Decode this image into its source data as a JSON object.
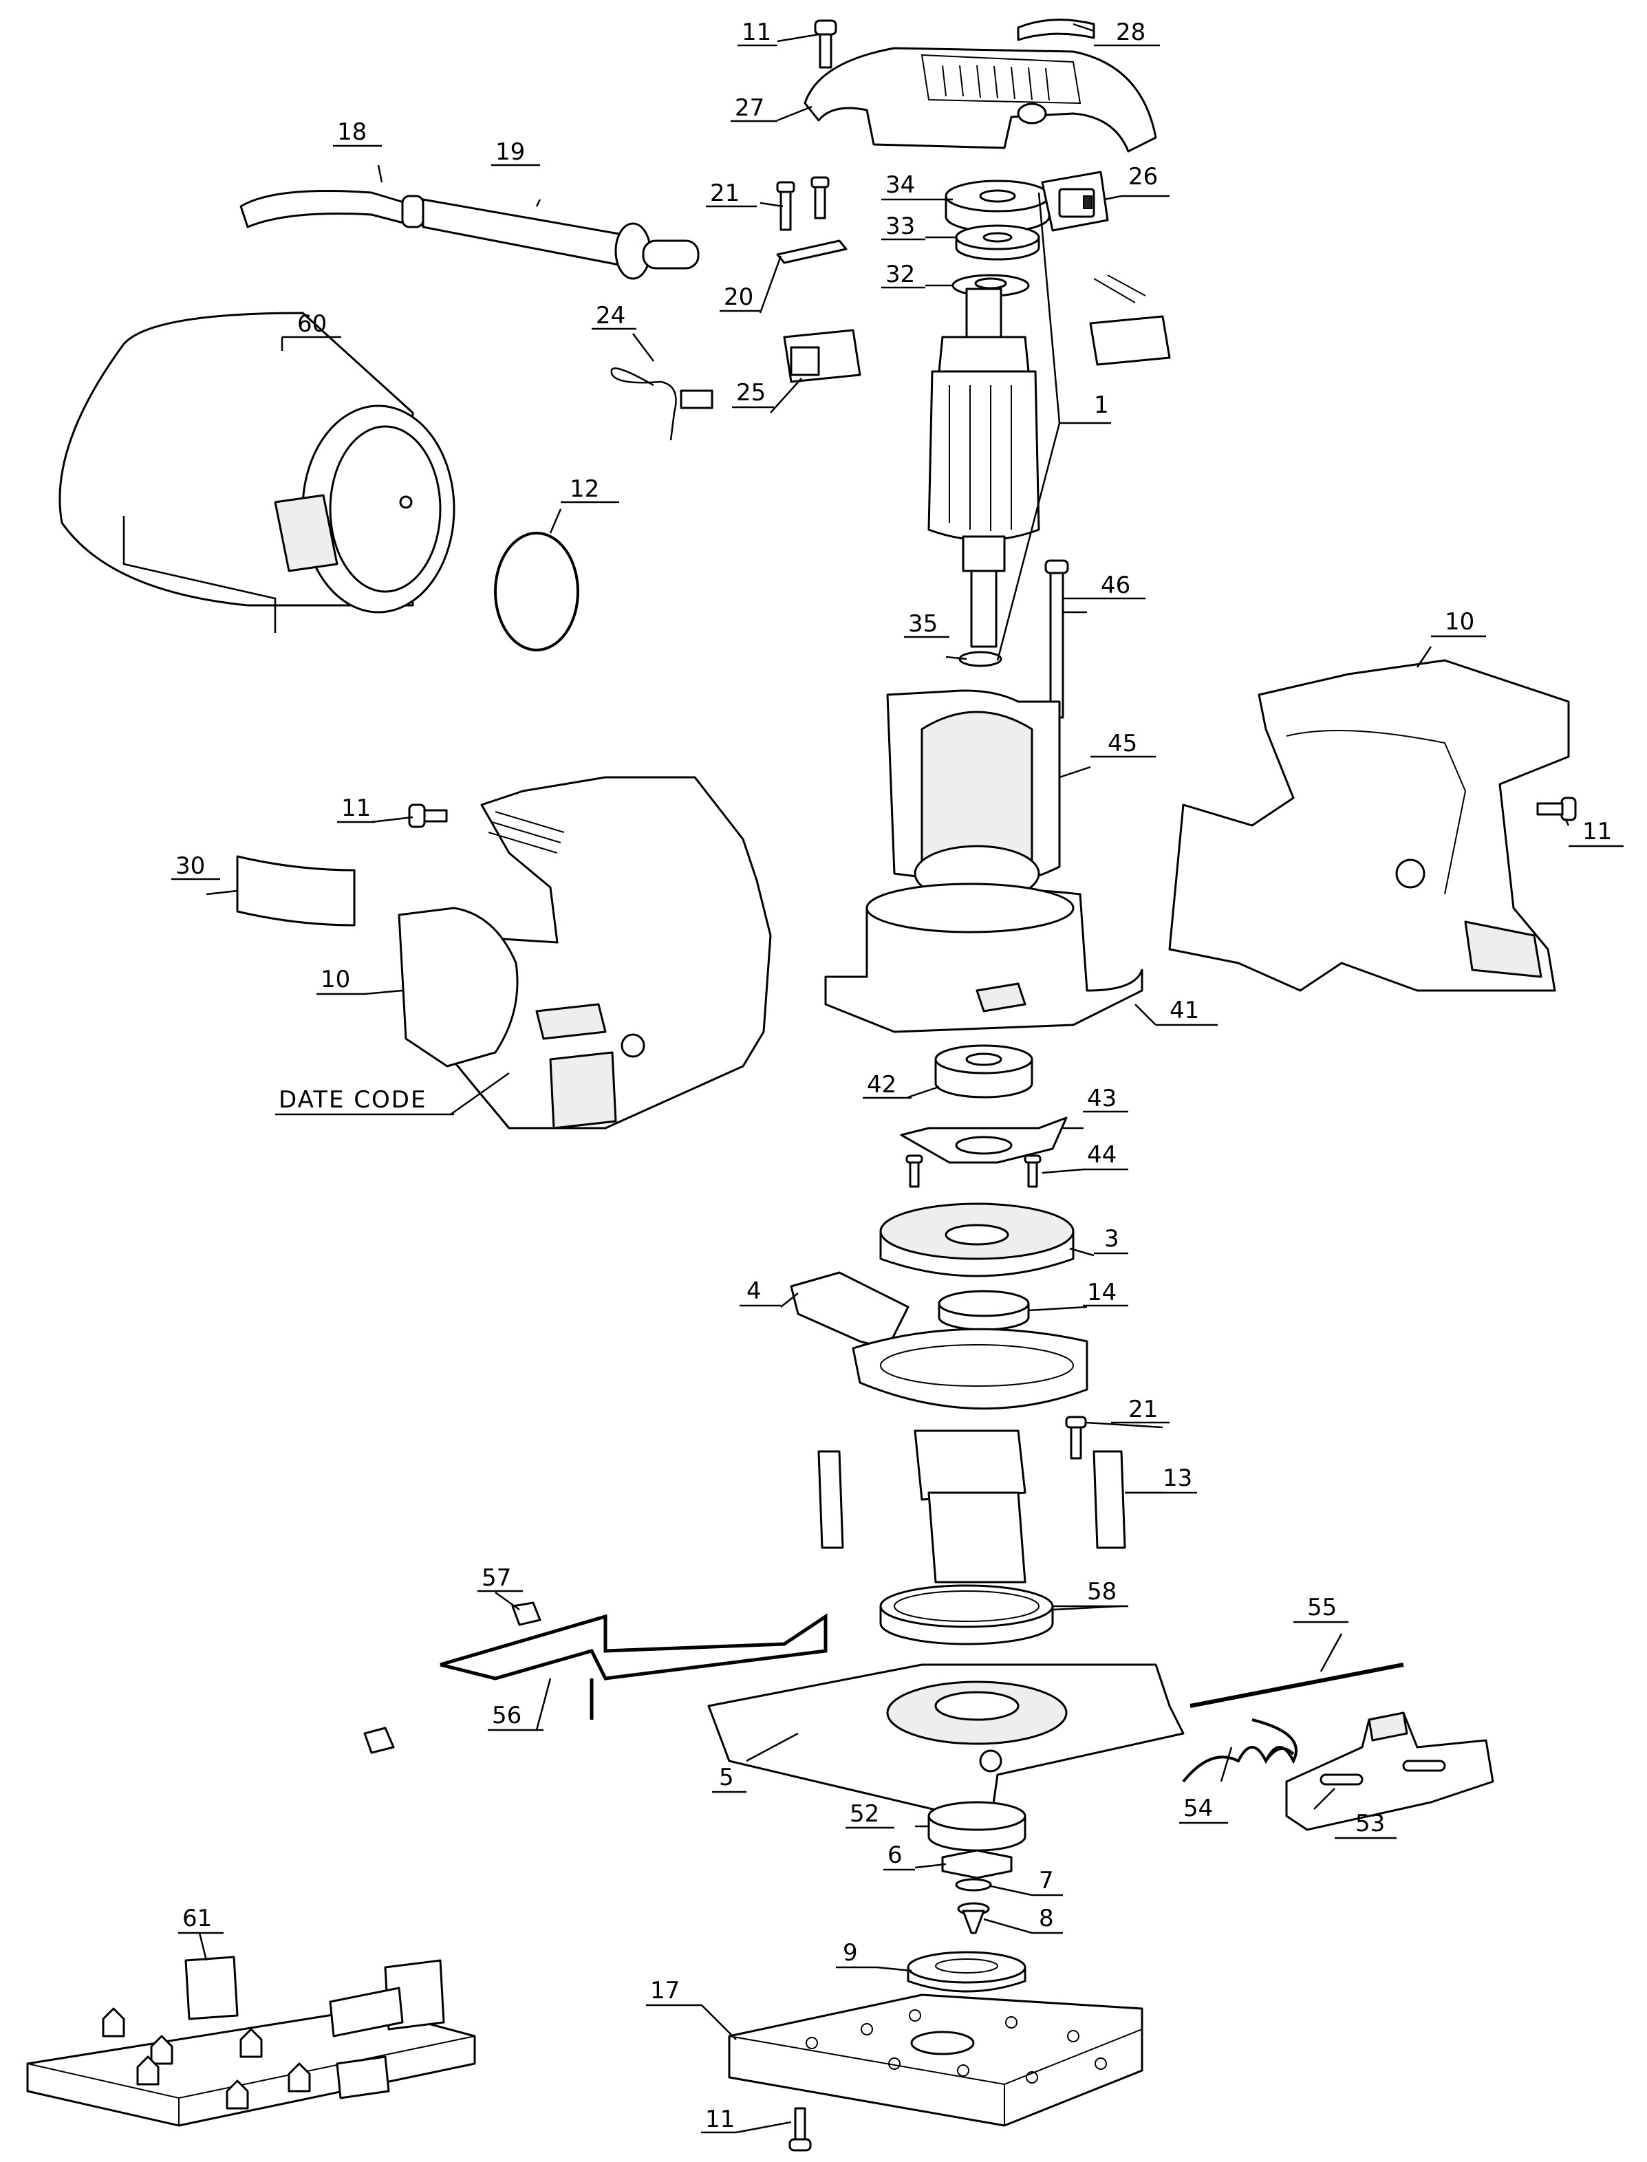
{
  "labels": {
    "l_11a": "11",
    "l_28": "28",
    "l_27": "27",
    "l_18": "18",
    "l_19": "19",
    "l_34": "34",
    "l_26": "26",
    "l_21a": "21",
    "l_33": "33",
    "l_32": "32",
    "l_20": "20",
    "l_60": "60",
    "l_24": "24",
    "l_25": "25",
    "l_1": "1",
    "l_12": "12",
    "l_46": "46",
    "l_35": "35",
    "l_10a": "10",
    "l_45": "45",
    "l_11b": "11",
    "l_11c": "11",
    "l_30": "30",
    "l_10b": "10",
    "l_41": "41",
    "l_datecode": "DATE CODE",
    "l_42": "42",
    "l_43": "43",
    "l_44": "44",
    "l_3": "3",
    "l_4": "4",
    "l_14": "14",
    "l_21b": "21",
    "l_13": "13",
    "l_57": "57",
    "l_58": "58",
    "l_55": "55",
    "l_56": "56",
    "l_5": "5",
    "l_54": "54",
    "l_52": "52",
    "l_53": "53",
    "l_6": "6",
    "l_7": "7",
    "l_8": "8",
    "l_9": "9",
    "l_61": "61",
    "l_17": "17",
    "l_11d": "11"
  }
}
